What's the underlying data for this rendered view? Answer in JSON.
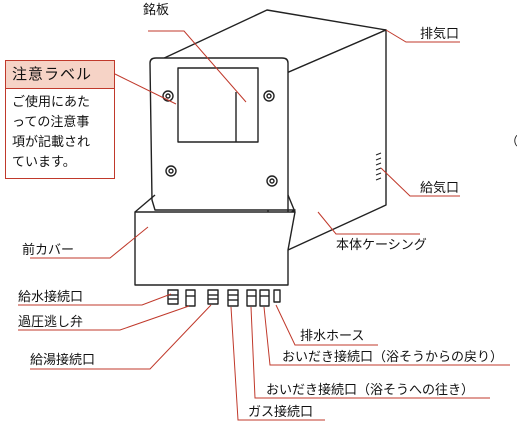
{
  "caution": {
    "title": "注意ラベル",
    "lines": [
      "ご使用にあた",
      "っての注意事",
      "項が記載され",
      "ています。"
    ]
  },
  "labels": {
    "nameplate": "銘板",
    "exhaust": "排気口",
    "intake": "給気口",
    "casing": "本体ケーシング",
    "front_cover": "前カバー",
    "water_supply": "給水接続口",
    "relief_valve": "過圧逃し弁",
    "hot_water": "給湯接続口",
    "drain_hose": "排水ホース",
    "oidaki_return": "おいだき接続口（浴そうからの戻り）",
    "oidaki_go": "おいだき接続口（浴そうへの往き）",
    "gas": "ガス接続口"
  },
  "side_mark": "（",
  "colors": {
    "leader_line": "#c0392b",
    "outline": "#222222",
    "label_fill": "#f6d3c6"
  }
}
